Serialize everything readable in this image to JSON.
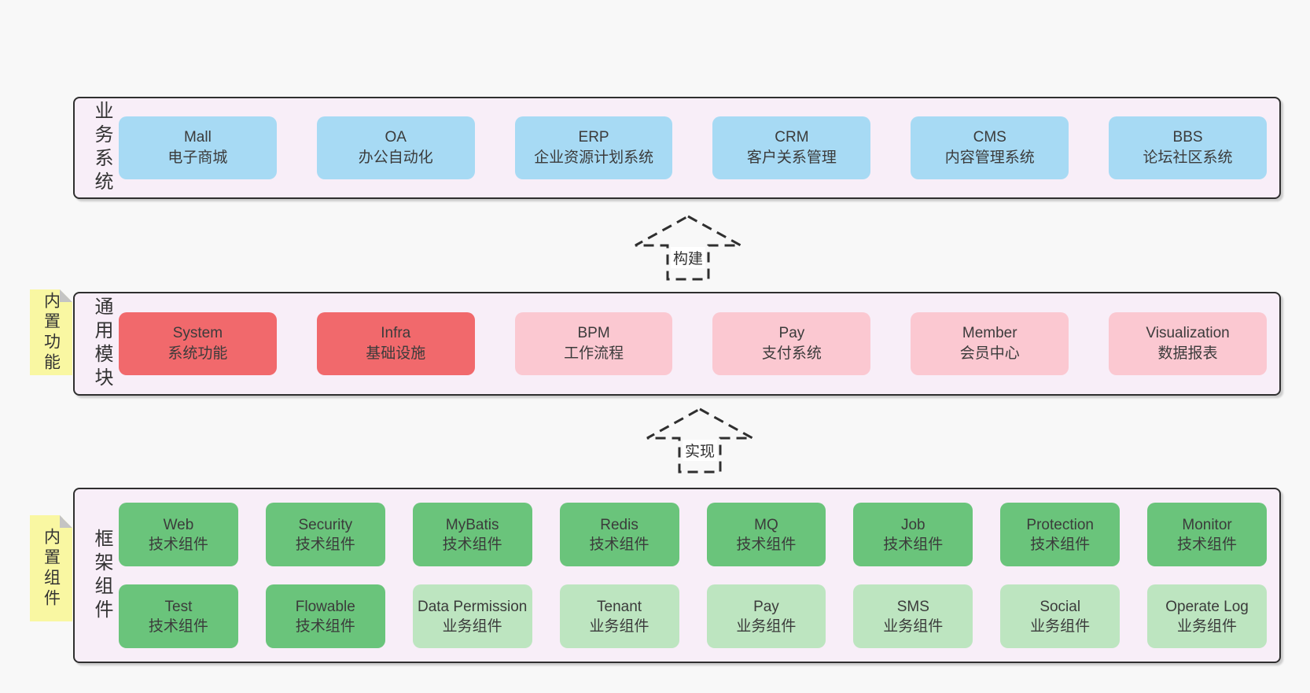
{
  "colors": {
    "page_bg": "#f8f8f8",
    "panel_bg": "#f8eef8",
    "panel_border": "#2f2f2f",
    "blue_box": "#a7daf4",
    "red_box": "#f1696c",
    "pink_box": "#fbc8d1",
    "green_box": "#6ac47b",
    "light_green_box": "#bde5c0",
    "sticky_yellow": "#f9f7a2",
    "text": "#3b3b3b"
  },
  "business": {
    "label": "业务系统",
    "items": [
      {
        "name": "Mall",
        "desc": "电子商城"
      },
      {
        "name": "OA",
        "desc": "办公自动化"
      },
      {
        "name": "ERP",
        "desc": "企业资源计划系统"
      },
      {
        "name": "CRM",
        "desc": "客户关系管理"
      },
      {
        "name": "CMS",
        "desc": "内容管理系统"
      },
      {
        "name": "BBS",
        "desc": "论坛社区系统"
      }
    ]
  },
  "arrows": {
    "build": "构建",
    "implement": "实现"
  },
  "modules": {
    "label": "通用模块",
    "sticky": "内置功能",
    "items": [
      {
        "name": "System",
        "desc": "系统功能"
      },
      {
        "name": "Infra",
        "desc": "基础设施"
      },
      {
        "name": "BPM",
        "desc": "工作流程"
      },
      {
        "name": "Pay",
        "desc": "支付系统"
      },
      {
        "name": "Member",
        "desc": "会员中心"
      },
      {
        "name": "Visualization",
        "desc": "数据报表"
      }
    ]
  },
  "components": {
    "label": "框架组件",
    "sticky": "内置组件",
    "row1": [
      {
        "name": "Web",
        "desc": "技术组件"
      },
      {
        "name": "Security",
        "desc": "技术组件"
      },
      {
        "name": "MyBatis",
        "desc": "技术组件"
      },
      {
        "name": "Redis",
        "desc": "技术组件"
      },
      {
        "name": "MQ",
        "desc": "技术组件"
      },
      {
        "name": "Job",
        "desc": "技术组件"
      },
      {
        "name": "Protection",
        "desc": "技术组件"
      },
      {
        "name": "Monitor",
        "desc": "技术组件"
      }
    ],
    "row2": [
      {
        "name": "Test",
        "desc": "技术组件"
      },
      {
        "name": "Flowable",
        "desc": "技术组件"
      },
      {
        "name": "Data Permission",
        "desc": "业务组件"
      },
      {
        "name": "Tenant",
        "desc": "业务组件"
      },
      {
        "name": "Pay",
        "desc": "业务组件"
      },
      {
        "name": "SMS",
        "desc": "业务组件"
      },
      {
        "name": "Social",
        "desc": "业务组件"
      },
      {
        "name": "Operate Log",
        "desc": "业务组件"
      }
    ]
  }
}
